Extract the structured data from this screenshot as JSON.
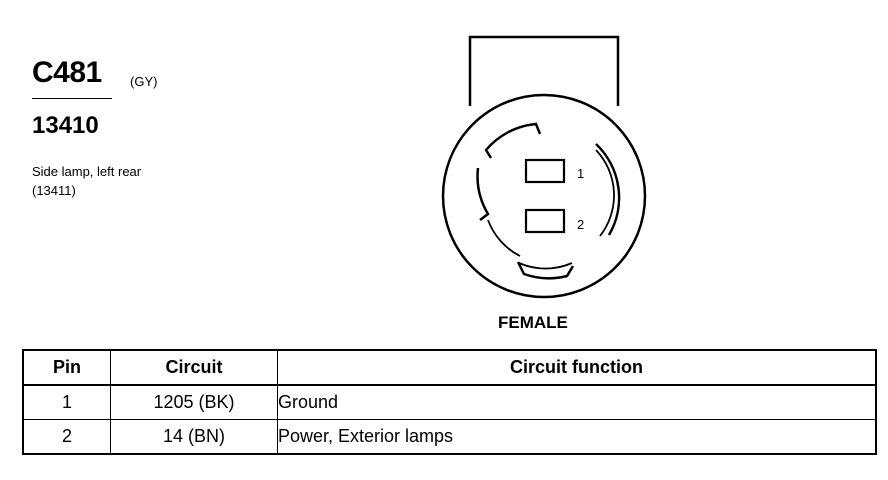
{
  "connector": {
    "id": "C481",
    "color": "(GY)",
    "part_number": "13410",
    "description_line1": "Side lamp, left rear",
    "description_line2": "(13411)",
    "gender": "FEMALE",
    "pin_labels": [
      "1",
      "2"
    ]
  },
  "table": {
    "headers": {
      "pin": "Pin",
      "circuit": "Circuit",
      "function": "Circuit function"
    },
    "rows": [
      {
        "pin": "1",
        "circuit": "1205 (BK)",
        "function": "Ground"
      },
      {
        "pin": "2",
        "circuit": "14 (BN)",
        "function": "Power, Exterior lamps"
      }
    ]
  }
}
